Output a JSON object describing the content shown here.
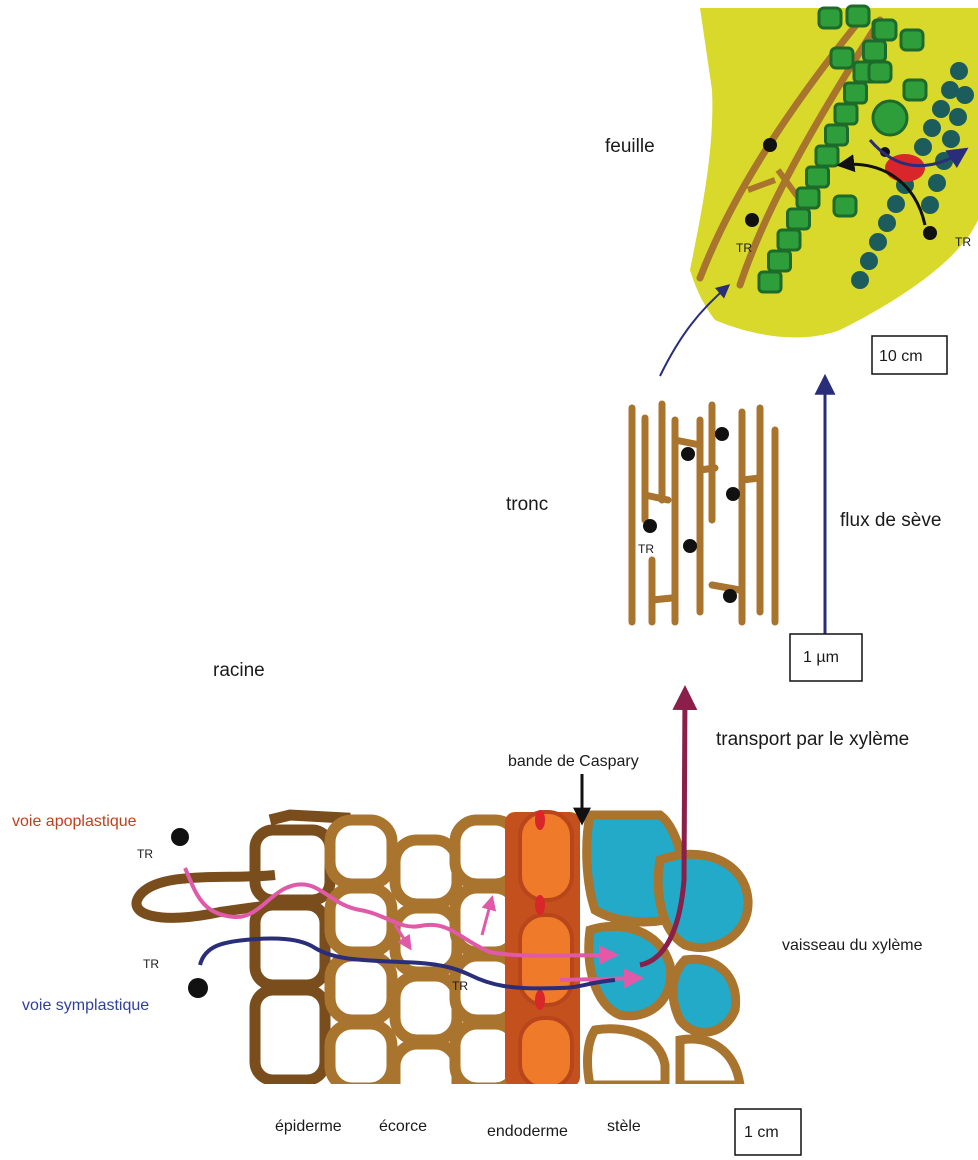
{
  "labels": {
    "feuille": "feuille",
    "tronc": "tronc",
    "racine": "racine",
    "flux_de_seve": "flux de sève",
    "transport": "transport par le xylème",
    "bande_caspary": "bande de Caspary",
    "voie_apoplastique": "voie apoplastique",
    "voie_symplastique": "voie symplastique",
    "vaisseau": "vaisseau du xylème",
    "epiderme": "épiderme",
    "ecorce": "écorce",
    "endoderme": "endoderme",
    "stele": "stèle"
  },
  "tr_marker": "TR",
  "scales": {
    "leaf": "10 cm",
    "trunk": "1 µm",
    "root": "1 cm"
  },
  "colors": {
    "leaf_yellow": "#d8d92a",
    "cell_green": "#2e9e3a",
    "cell_dark_teal": "#1d5c5c",
    "wood_brown": "#a8742e",
    "epidermis_brown": "#7a4e1c",
    "endoderm_orange": "#ee7a2a",
    "stele_blue": "#22aac8",
    "apoplastic_pink": "#e05aa8",
    "symplastic_navy": "#2a2d7a",
    "xylem_arrow": "#8a1f4a",
    "sap_arrow": "#2a2d7a",
    "caspary_red": "#d8262a",
    "apoplastic_label": "#c0401e",
    "symplastic_label": "#2f3f9e"
  }
}
